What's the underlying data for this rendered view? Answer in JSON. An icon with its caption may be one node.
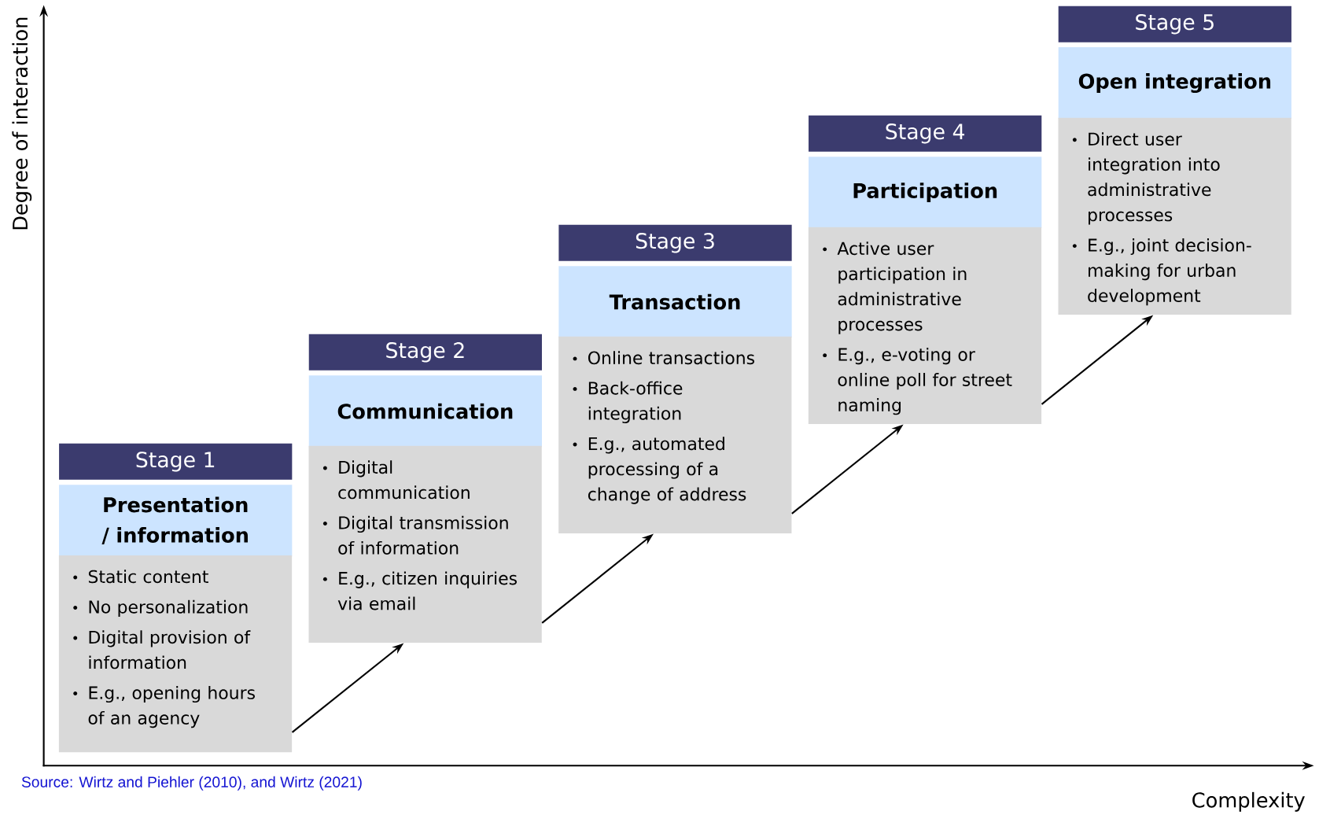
{
  "diagram": {
    "caption": "Source: Wirtz and Piehler (2010), and Wirtz (2021)",
    "nodes": [
      {
        "text": [
          "Stage 1",
          "Presentation / information",
          "Static content",
          "No personalization",
          "Digital provision of information",
          "E.g., opening hours of an agency"
        ]
      },
      {
        "text": [
          "Stage 2",
          "Communication",
          "Digital communication",
          "Digital transmission of information",
          "E.g., citizen inquiries via email"
        ]
      },
      {
        "text": [
          "Stage 3",
          "Transaction",
          "Online transactions",
          "Back-office integration",
          "E.g., automated processing of a change of address"
        ]
      },
      {
        "text": [
          "Stage 4",
          "Participation",
          "Active user participation in administrative processes",
          "E.g., e-voting or online poll for street naming"
        ]
      },
      {
        "text": [
          "Stage 5",
          "Open integration",
          "Direct user integration into administrative processes",
          "E.g., joint decision-making for urban development"
        ]
      }
    ],
    "edges": [
      {
        "from": 0,
        "to": 1,
        "arrow": "to"
      },
      {
        "from": 1,
        "to": 2,
        "arrow": "to"
      },
      {
        "from": 2,
        "to": 3,
        "arrow": "to"
      },
      {
        "from": 3,
        "to": 4,
        "arrow": "to"
      }
    ],
    "labels": [
      "Degree of interaction",
      "Complexity"
    ]
  }
}
